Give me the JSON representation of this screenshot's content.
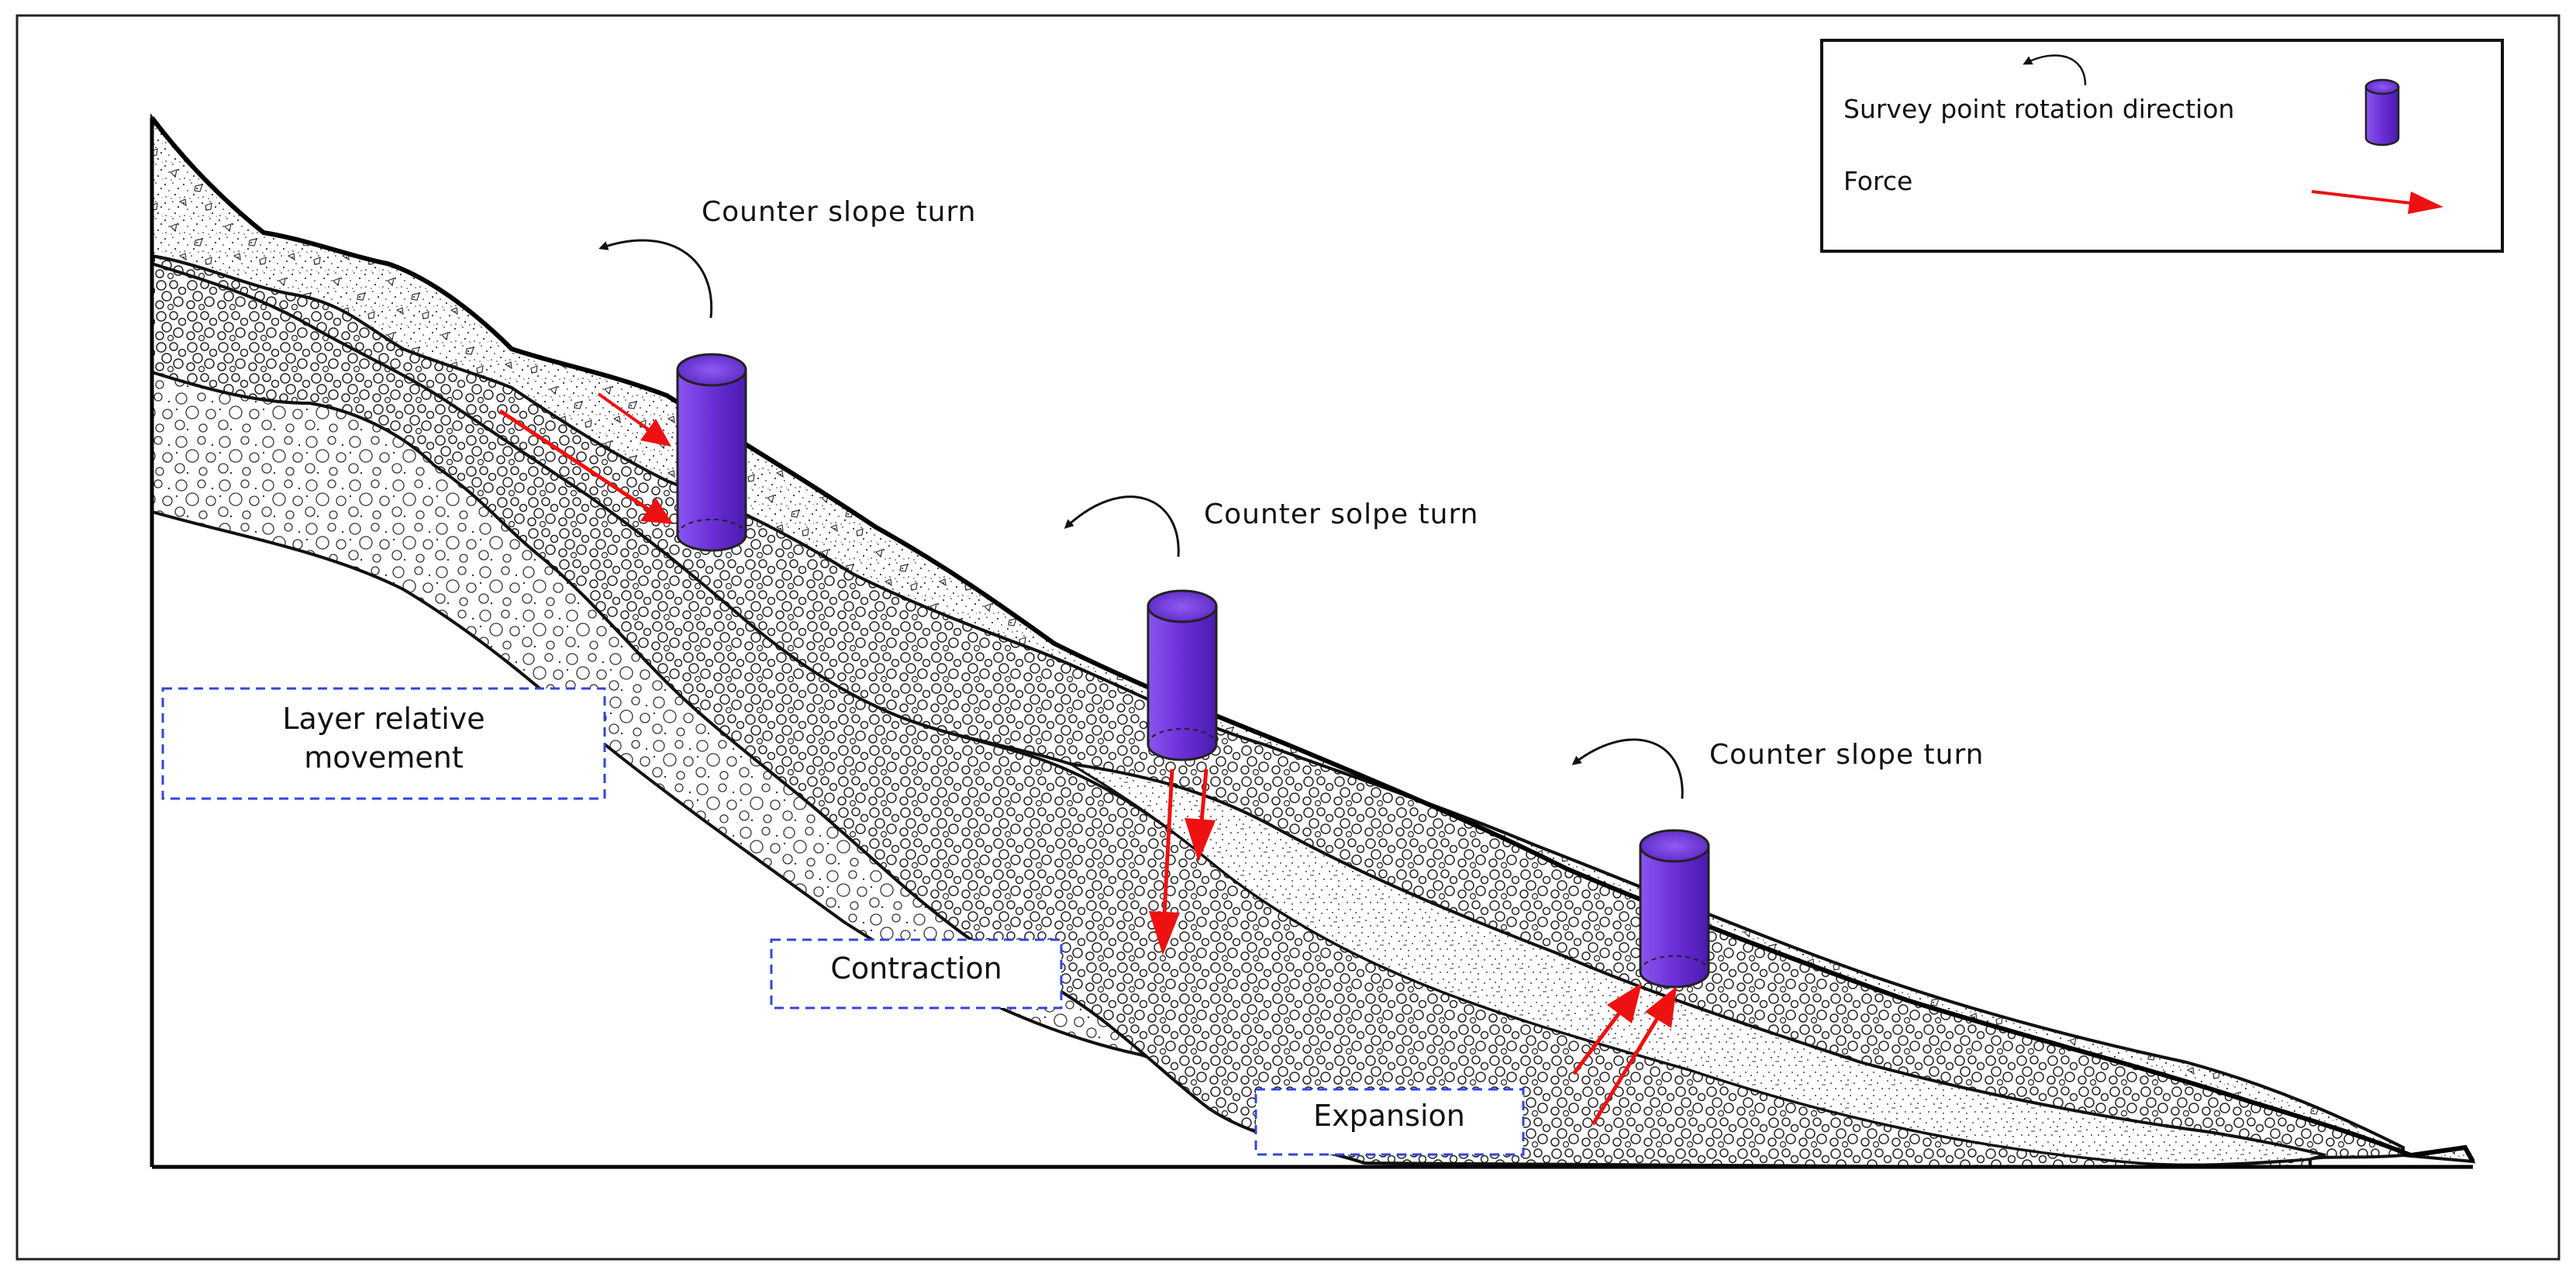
{
  "legend": {
    "rotation_label": "Survey point rotation direction",
    "force_label": "Force"
  },
  "annotations": {
    "turn_1": "Counter slope turn",
    "turn_2": "Counter solpe turn",
    "turn_3": "Counter slope turn"
  },
  "boxes": {
    "layer_line1": "Layer relative",
    "layer_line2": "movement",
    "contraction": "Contraction",
    "expansion": "Expansion"
  },
  "colors": {
    "survey_point": "#6633cc",
    "force_arrow": "#ee1111",
    "dashed_box": "#3344dd",
    "outline": "#111111"
  },
  "icons": {
    "survey_point": "purple-cylinder-icon",
    "rotation": "curved-arrow-icon",
    "force": "red-arrow-icon"
  }
}
